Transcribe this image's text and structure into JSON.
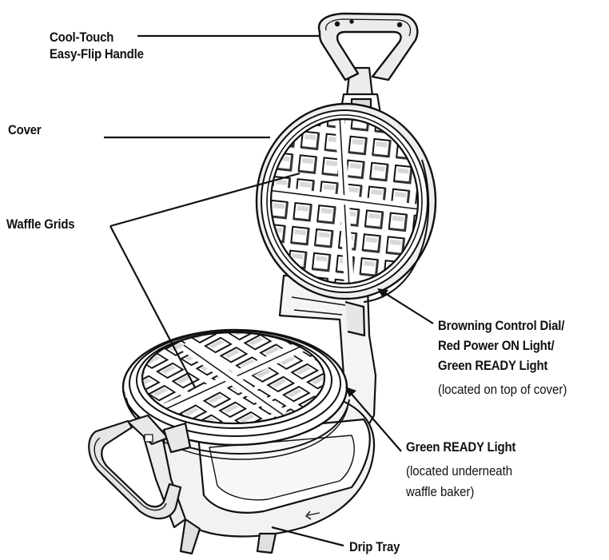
{
  "labels": {
    "handle": [
      "Cool-Touch",
      "Easy-Flip Handle"
    ],
    "cover": "Cover",
    "grids": "Waffle Grids",
    "browning": [
      "Browning Control Dial/",
      "Red Power ON Light/",
      "Green READY Light"
    ],
    "browning_note": "(located on top of cover)",
    "green": "Green READY Light",
    "green_note": [
      "(located underneath",
      "waffle baker)"
    ],
    "drip": "Drip Tray"
  },
  "colors": {
    "ink": "#111111",
    "shade": "#cfcfcf",
    "fill": "#f2f2f2"
  }
}
